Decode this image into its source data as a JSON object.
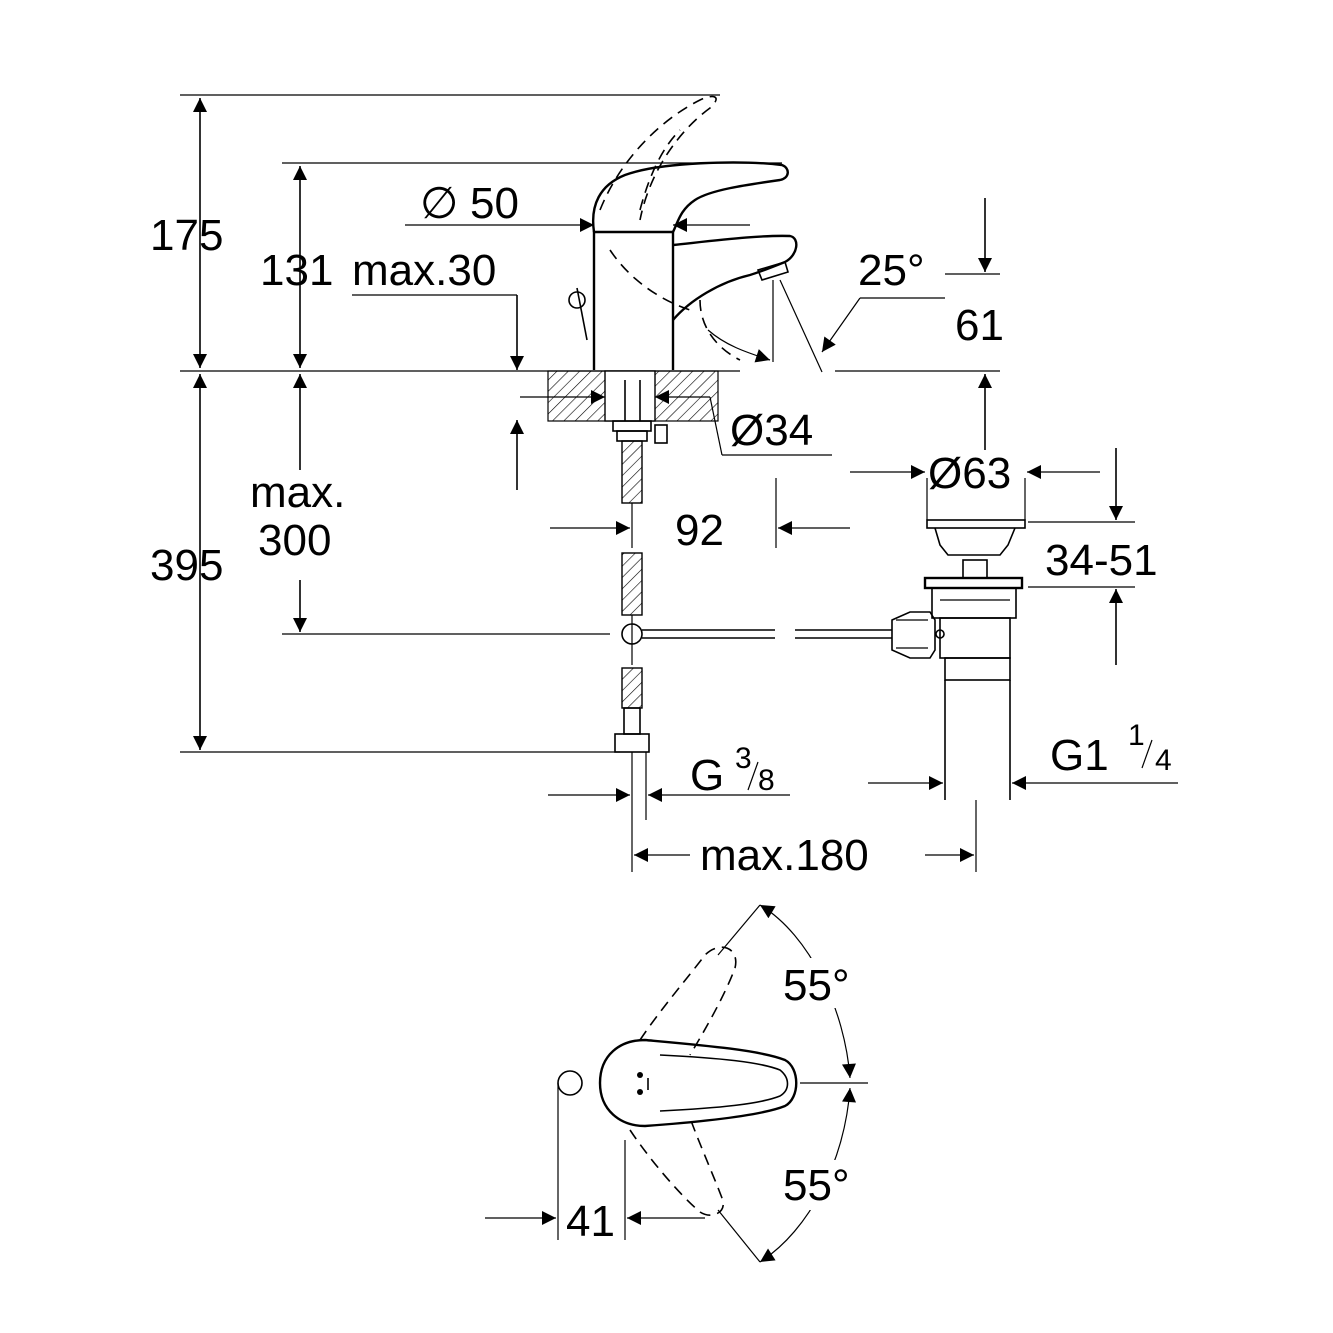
{
  "dimensions": {
    "height_total": "175",
    "height_spout": "131",
    "max_30": "max.30",
    "diameter_50_symbol": "∅",
    "diameter_50_value": "50",
    "angle_spout": "25°",
    "height_61": "61",
    "diameter_34": "Ø34",
    "diameter_63": "Ø63",
    "depth_92": "92",
    "drain_range": "34-51",
    "max_label": "max.",
    "max_300": "300",
    "length_395": "395",
    "thread_g": "G",
    "thread_g_num": "3",
    "thread_g_den": "8",
    "thread_g1": "G1",
    "thread_g1_num": "1",
    "thread_g1_den": "4",
    "max_180": "max.180",
    "angle_top": "55°",
    "angle_bottom": "55°",
    "offset_41": "41"
  }
}
